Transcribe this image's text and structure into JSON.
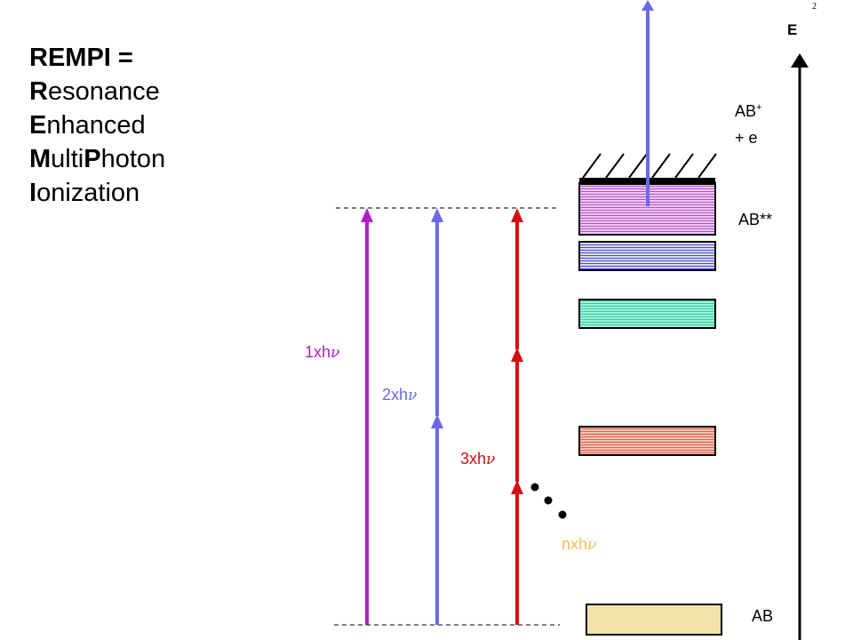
{
  "slide_number": "2",
  "title": {
    "line1": "REMPI =",
    "lines": [
      {
        "first": "R",
        "rest": "esonance"
      },
      {
        "first": "E",
        "rest": "nhanced"
      },
      {
        "first": "M",
        "rest": "ulti",
        "first2": "P",
        "rest2": "hoton"
      },
      {
        "first": "I",
        "rest": "onization"
      }
    ]
  },
  "axis": {
    "label": "E"
  },
  "states": {
    "ion": {
      "line1": "AB",
      "sup": "+",
      "line2": "+ e"
    },
    "excited": "AB**",
    "ground": "AB"
  },
  "photon_labels": [
    {
      "prefix": "1xh",
      "nu": "ν",
      "color": "#b020c0"
    },
    {
      "prefix": "2xh",
      "nu": "ν",
      "color": "#6a6ae8"
    },
    {
      "prefix": "3xh",
      "nu": "ν",
      "color": "#d41010"
    },
    {
      "prefix": "nxh",
      "nu": "ν",
      "color": "#f0c060"
    }
  ],
  "colors": {
    "magenta": "#b020c0",
    "blue": "#6a6ae8",
    "red": "#d41010",
    "yellow_level": "#f5e2a8",
    "excited_level": "#e0a0f0",
    "blue_level": "#b0b0f0",
    "cyan_level": "#70e8c8",
    "red_level": "#f0a090"
  }
}
